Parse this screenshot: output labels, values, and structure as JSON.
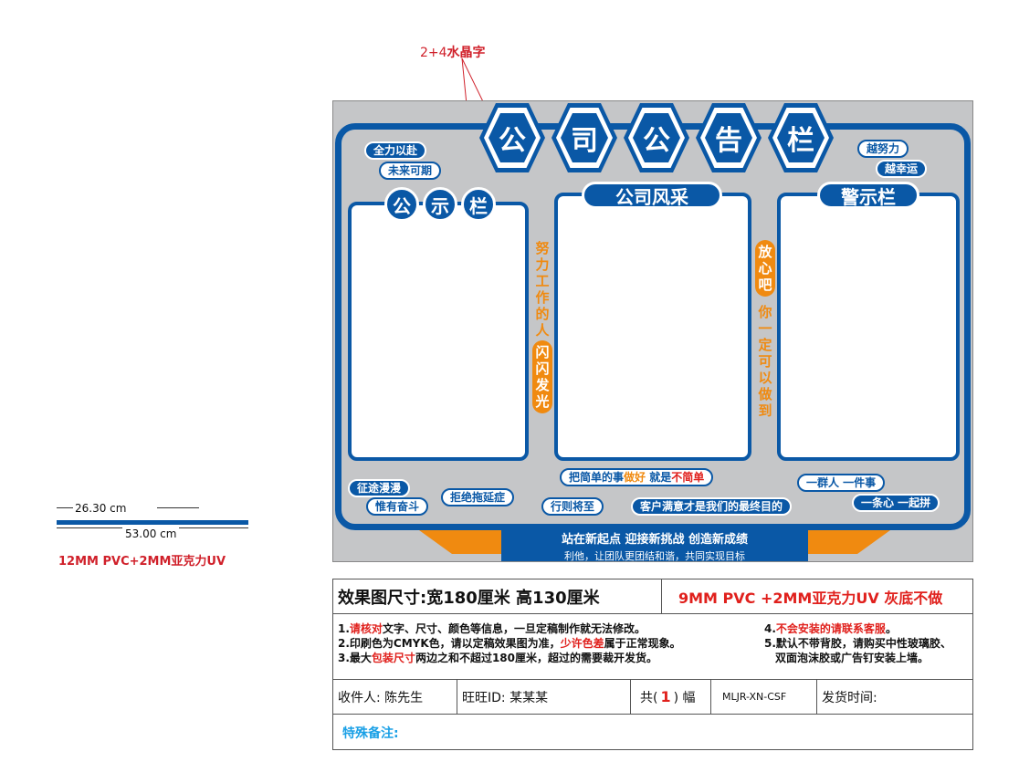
{
  "annotation": {
    "lead": "2+4",
    "text": "水晶字"
  },
  "board": {
    "title_chars": [
      "公",
      "司",
      "公",
      "告",
      "栏"
    ],
    "left_panel": {
      "chars": [
        "公",
        "示",
        "栏"
      ]
    },
    "middle_panel": {
      "title": "公司风采"
    },
    "right_panel": {
      "title": "警示栏"
    },
    "slogans": {
      "top_left_1": "全力以赴",
      "top_left_2": "未来可期",
      "top_right_1": "越努力",
      "top_right_2": "越幸运",
      "vertical_left_text": "努力工作的人",
      "vertical_left_badge": "闪闪发光",
      "vertical_right_badge": "放心吧",
      "vertical_right_text": "你一定可以做到",
      "bottom_left_1": "征途漫漫",
      "bottom_left_2": "惟有奋斗",
      "bottom_left_3": "拒绝拖延症",
      "bottom_mid_1_a": "把简单的事",
      "bottom_mid_1_b": "做好",
      "bottom_mid_1_c": "就是",
      "bottom_mid_1_d": "不简单",
      "bottom_mid_2": "行则将至",
      "bottom_mid_3": "客户满意才是我们的最终目的",
      "bottom_right_1": "一群人 一件事",
      "bottom_right_2": "一条心 一起拼"
    },
    "banner": {
      "line1": "站在新起点 迎接新挑战 创造新成绩",
      "line2": "利他，让团队更团结和谐，共同实现目标"
    }
  },
  "profile": {
    "dim_top": "26.30 cm",
    "dim_bottom": "53.00 cm",
    "material": "12MM PVC+2MM亚克力UV"
  },
  "spec": {
    "size_label": "效果图尺寸:",
    "size_value": "宽180厘米 高130厘米",
    "material": "9MM PVC +2MM亚克力UV 灰底不做",
    "notes": {
      "n1_num": "1.",
      "n1_red": "请核对",
      "n1_rest": "文字、尺寸、颜色等信息，一旦定稿制作就无法修改。",
      "n2_a": "2.印刷色为CMYK色，请以定稿效果图为准，",
      "n2_red": "少许色差",
      "n2_b": "属于正常现象。",
      "n3_a": "3.最大",
      "n3_red": "包装尺寸",
      "n3_b": "两边之和不超过180厘米，超过的需要裁开发货。",
      "n4_a": "4.",
      "n4_red": "不会安装的请联系客服",
      "n4_b": "。",
      "n5_a": "5.默认不带背胶，请购买中性玻璃胶、",
      "n5_b": "双面泡沫胶或广告钉安装上墙。"
    },
    "recipient": "收件人: 陈先生",
    "wangwang": "旺旺ID:  某某某",
    "count_pre": "共(",
    "count_num": "1",
    "count_post": ") 幅",
    "code": "MLJR-XN-CSF",
    "ship_time": "发货时间:",
    "special": "特殊备注:"
  },
  "colors": {
    "brand_blue": "#0a58a6",
    "accent_orange": "#f08a10",
    "alert_red": "#e0201c",
    "board_gray": "#c5c6c8"
  }
}
